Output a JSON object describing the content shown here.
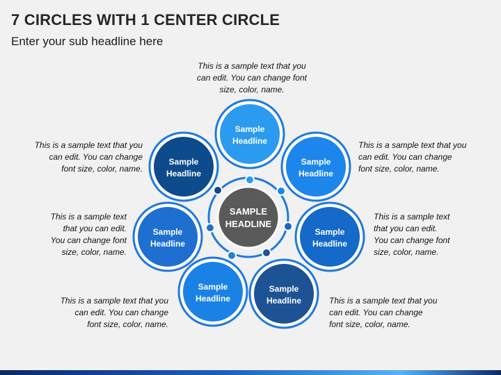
{
  "header": {
    "title": "7 CIRCLES WITH 1 CENTER CIRCLE",
    "subtitle": "Enter your sub headline here"
  },
  "center": {
    "label_line1": "SAMPLE",
    "label_line2": "HEADLINE",
    "color": "#5a5a5a"
  },
  "colors": {
    "ring": "#1f78e0",
    "text_dark": "#111111"
  },
  "nodes": [
    {
      "id": "top",
      "line1": "Sample",
      "line2": "Headline",
      "fill": "#2a9bef",
      "border": "#1f78e0",
      "desc": [
        "This is a sample text that you",
        "can edit. You can change font",
        "size, color, name."
      ]
    },
    {
      "id": "upper-right",
      "line1": "Sample",
      "line2": "Headline",
      "fill": "#1d86ec",
      "border": "#1f78e0",
      "desc": [
        "This is a sample text that you",
        "can edit. You can change",
        "font size, color, name."
      ]
    },
    {
      "id": "right",
      "line1": "Sample",
      "line2": "Headline",
      "fill": "#1569c8",
      "border": "#1f78e0",
      "desc": [
        "This is a sample text",
        "that you can edit.",
        "You can change font",
        "size, color, name."
      ]
    },
    {
      "id": "lower-right",
      "line1": "Sample",
      "line2": "Headline",
      "fill": "#1d5394",
      "border": "#1f78e0",
      "desc": [
        "This is a sample text that you",
        "can edit. You can change",
        "font size, color, name."
      ]
    },
    {
      "id": "lower-left",
      "line1": "Sample",
      "line2": "Headline",
      "fill": "#1a82e5",
      "border": "#1f78e0",
      "desc": [
        "This is a sample text that you",
        "can edit. You can change",
        "font size, color, name."
      ]
    },
    {
      "id": "left",
      "line1": "Sample",
      "line2": "Headline",
      "fill": "#1f6fd0",
      "border": "#1f78e0",
      "desc": [
        "This is a sample text",
        "that you can edit.",
        "You can change font",
        "size, color, name."
      ]
    },
    {
      "id": "upper-left",
      "line1": "Sample",
      "line2": "Headline",
      "fill": "#0e4b8c",
      "border": "#1f78e0",
      "desc": [
        "This is a sample text that you",
        "can edit. You can change",
        "font size, color, name."
      ]
    }
  ]
}
